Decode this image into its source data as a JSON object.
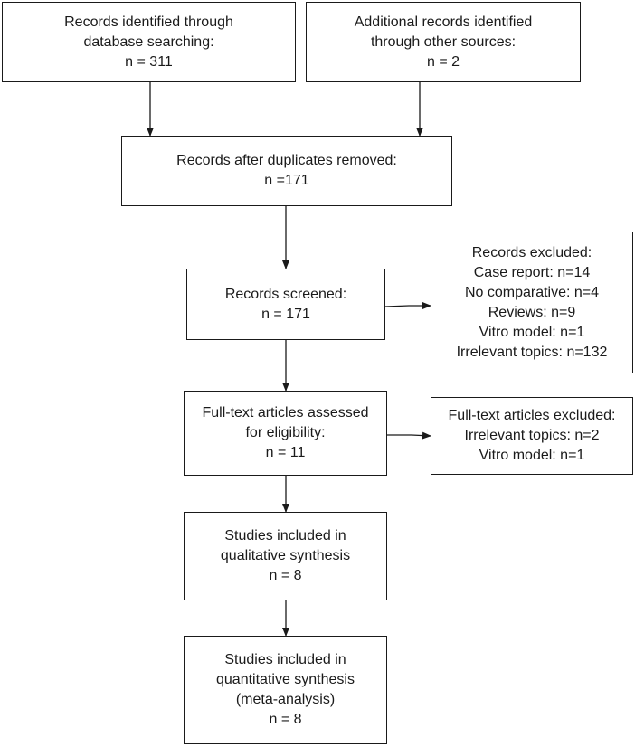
{
  "boxes": {
    "identified_db": [
      "Records identified through",
      "database searching:",
      "n = 311"
    ],
    "identified_other": [
      "Additional records identified",
      "through other sources:",
      "n = 2"
    ],
    "dedup": [
      "Records after duplicates removed:",
      "n =171"
    ],
    "screened": [
      "Records screened:",
      "n = 171"
    ],
    "excluded": [
      "Records excluded:",
      "Case report: n=14",
      "No comparative: n=4",
      "Reviews: n=9",
      "Vitro model: n=1",
      "Irrelevant topics: n=132"
    ],
    "fulltext": [
      "Full-text articles assessed",
      "for eligibility:",
      "n = 11"
    ],
    "fulltext_excluded": [
      "Full-text articles excluded:",
      "Irrelevant topics: n=2",
      "Vitro model: n=1"
    ],
    "qualitative": [
      "Studies included in",
      "qualitative synthesis",
      "n = 8"
    ],
    "quantitative": [
      "Studies included in",
      "quantitative synthesis",
      "(meta-analysis)",
      "n = 8"
    ]
  }
}
